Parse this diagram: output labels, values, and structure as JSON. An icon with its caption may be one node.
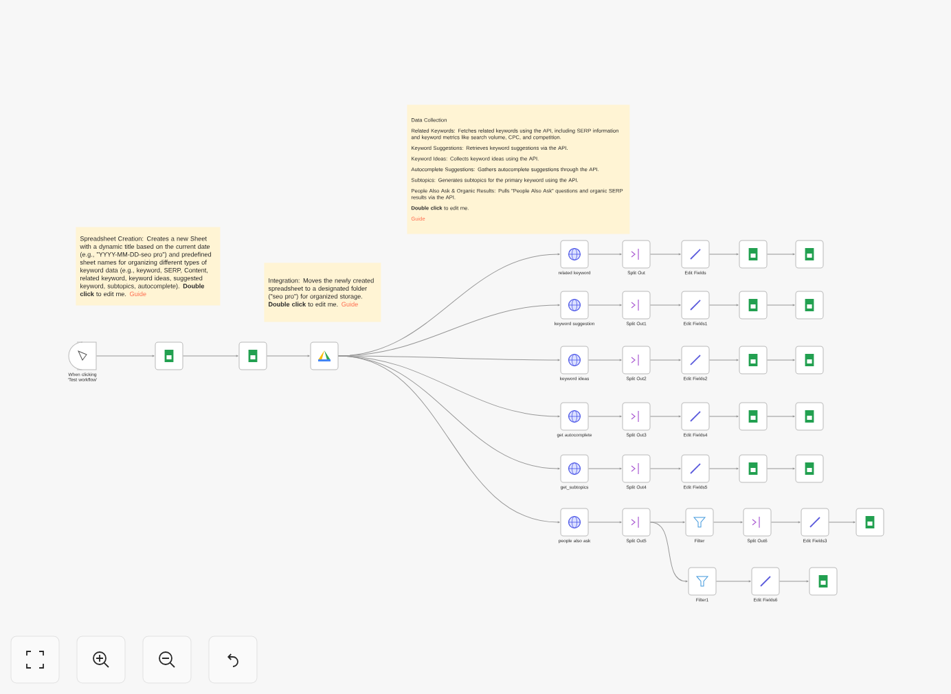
{
  "diagram": {
    "nodes": [
      {
        "text": [
          "Spreadsheet Creation: Creates a new Sheet with a dynamic title based on the current date (e.g., \"YYYY-MM-DD-seo pro\") and predefined sheet names for organizing different types of keyword data (e.g., keyword, SERP, Content, related keyword, keyword ideas, suggested keyword, subtopics, autocomplete). **Double click** to edit me.",
          "Guide"
        ]
      },
      {
        "text": [
          "Data Collection",
          "Related Keywords: Fetches related keywords using the API, including SERP information and keyword metrics like search volume, CPC, and competition.",
          "Keyword Suggestions: Retrieves keyword suggestions via the API.",
          "Keyword Ideas: Collects keyword ideas using the API.",
          "Autocomplete Suggestions: Gathers autocomplete suggestions through the API.",
          "Subtopics: Generates subtopics for the primary keyword using the API.",
          "People Also Ask & Organic Results: Pulls \"People Also Ask\" questions and organic SERP results via the API.",
          "**Double click** to edit me.",
          "Guide"
        ]
      },
      {
        "text": [
          "Integration: Moves the newly created spreadsheet to a designated folder (\"seo pro\") for organized storage. **Double click** to edit me.",
          "Guide"
        ]
      },
      {
        "text": [
          "When clicking ‘Test workflow’"
        ]
      },
      {
        "text": [],
        "shape": "box"
      },
      {
        "text": [],
        "shape": "box"
      },
      {
        "text": [],
        "shape": "box"
      },
      {
        "text": [
          "related keyword"
        ]
      },
      {
        "text": [
          "Split Out"
        ]
      },
      {
        "text": [
          "Edit Fields"
        ]
      },
      {
        "text": [],
        "shape": "box"
      },
      {
        "text": [],
        "shape": "box"
      },
      {
        "text": [
          "keyword suggestion"
        ]
      },
      {
        "text": [
          "Split Out1"
        ]
      },
      {
        "text": [
          "Edit Fields1"
        ]
      },
      {
        "text": [],
        "shape": "box"
      },
      {
        "text": [],
        "shape": "box"
      },
      {
        "text": [
          "keyword ideas"
        ]
      },
      {
        "text": [
          "Split Out2"
        ]
      },
      {
        "text": [
          "Edit Fields2"
        ]
      },
      {
        "text": [],
        "shape": "box"
      },
      {
        "text": [],
        "shape": "box"
      },
      {
        "text": [
          "get autocomplete"
        ]
      },
      {
        "text": [
          "Split Out3"
        ]
      },
      {
        "text": [
          "Edit Fields4"
        ]
      },
      {
        "text": [],
        "shape": "box"
      },
      {
        "text": [],
        "shape": "box"
      },
      {
        "text": [
          "get_subtopics"
        ]
      },
      {
        "text": [
          "Split Out4"
        ]
      },
      {
        "text": [
          "Edit Fields5"
        ]
      },
      {
        "text": [],
        "shape": "box"
      },
      {
        "text": [],
        "shape": "box"
      },
      {
        "text": [
          "people also ask"
        ]
      },
      {
        "text": [
          "Split Out5"
        ]
      },
      {
        "text": [
          "Filter"
        ]
      },
      {
        "text": [
          "Split Out6"
        ]
      },
      {
        "text": [
          "Edit Fields3"
        ]
      },
      {
        "text": [],
        "shape": "box"
      },
      {
        "text": [
          "Filter1"
        ]
      },
      {
        "text": [
          "Edit Fields6"
        ]
      },
      {
        "text": [],
        "shape": "box"
      }
    ],
    "edges": [
      {
        "from": 3,
        "to": 4,
        "arrow": "to"
      },
      {
        "from": 4,
        "to": 5,
        "arrow": "to"
      },
      {
        "from": 5,
        "to": 6,
        "arrow": "to"
      },
      {
        "from": 6,
        "to": 7,
        "arrow": "to"
      },
      {
        "from": 6,
        "to": 12,
        "arrow": "to"
      },
      {
        "from": 6,
        "to": 17,
        "arrow": "to"
      },
      {
        "from": 6,
        "to": 22,
        "arrow": "to"
      },
      {
        "from": 6,
        "to": 27,
        "arrow": "to"
      },
      {
        "from": 6,
        "to": 32,
        "arrow": "to"
      },
      {
        "from": 7,
        "to": 8,
        "arrow": "to"
      },
      {
        "from": 8,
        "to": 9,
        "arrow": "to"
      },
      {
        "from": 9,
        "to": 10,
        "arrow": "to"
      },
      {
        "from": 10,
        "to": 11,
        "arrow": "to"
      },
      {
        "from": 12,
        "to": 13,
        "arrow": "to"
      },
      {
        "from": 13,
        "to": 14,
        "arrow": "to"
      },
      {
        "from": 14,
        "to": 15,
        "arrow": "to"
      },
      {
        "from": 15,
        "to": 16,
        "arrow": "to"
      },
      {
        "from": 17,
        "to": 18,
        "arrow": "to"
      },
      {
        "from": 18,
        "to": 19,
        "arrow": "to"
      },
      {
        "from": 19,
        "to": 20,
        "arrow": "to"
      },
      {
        "from": 20,
        "to": 21,
        "arrow": "to"
      },
      {
        "from": 22,
        "to": 23,
        "arrow": "to"
      },
      {
        "from": 23,
        "to": 24,
        "arrow": "to"
      },
      {
        "from": 24,
        "to": 25,
        "arrow": "to"
      },
      {
        "from": 25,
        "to": 26,
        "arrow": "to"
      },
      {
        "from": 27,
        "to": 28,
        "arrow": "to"
      },
      {
        "from": 28,
        "to": 29,
        "arrow": "to"
      },
      {
        "from": 29,
        "to": 30,
        "arrow": "to"
      },
      {
        "from": 30,
        "to": 31,
        "arrow": "to"
      },
      {
        "from": 32,
        "to": 33,
        "arrow": "to"
      },
      {
        "from": 33,
        "to": 34,
        "arrow": "to"
      },
      {
        "from": 33,
        "to": 38,
        "arrow": "to"
      },
      {
        "from": 34,
        "to": 35,
        "arrow": "to"
      },
      {
        "from": 35,
        "to": 36,
        "arrow": "to"
      },
      {
        "from": 36,
        "to": 37,
        "arrow": "to"
      },
      {
        "from": 38,
        "to": 39,
        "arrow": "to"
      },
      {
        "from": 39,
        "to": 40,
        "arrow": "to"
      }
    ]
  }
}
